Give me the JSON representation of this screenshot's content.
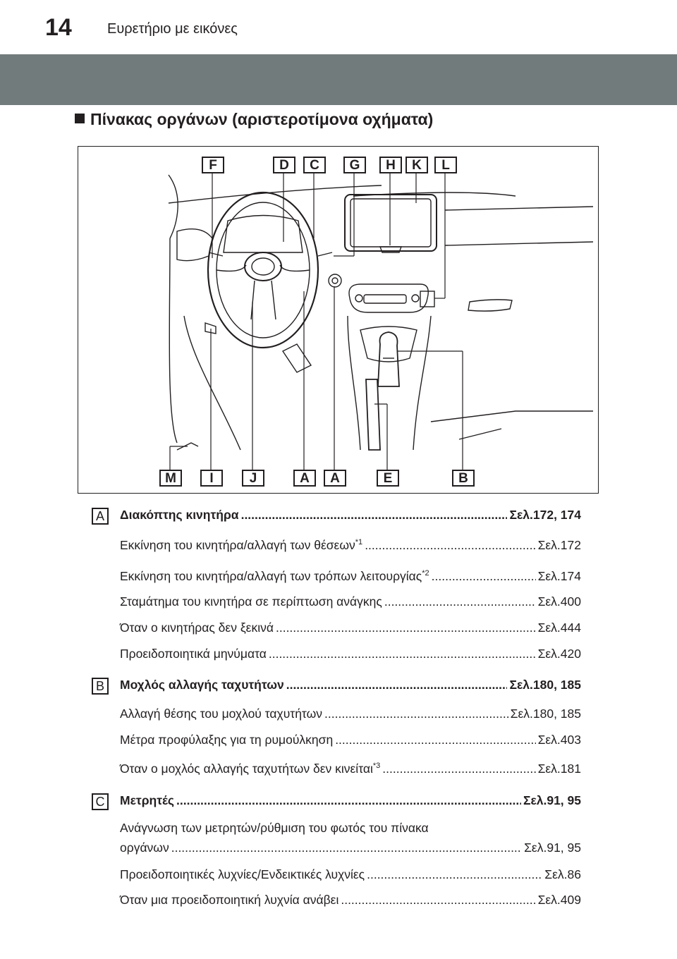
{
  "header": {
    "page_number": "14",
    "title": "Ευρετήριο με εικόνες"
  },
  "section_title": "Πίνακας οργάνων (αριστεροτίμονα οχήματα)",
  "figure": {
    "top_tags": [
      "F",
      "D",
      "C",
      "G",
      "H",
      "K",
      "L"
    ],
    "bottom_tags": [
      "M",
      "I",
      "J",
      "A",
      "A",
      "E",
      "B"
    ]
  },
  "entries": [
    {
      "letter": "A",
      "title": "Διακόπτης κινητήρα",
      "page": "Σελ.172, 174",
      "items": [
        {
          "text": "Εκκίνηση του κινητήρα/αλλαγή των θέσεων",
          "sup": "*1",
          "page": "Σελ.172"
        },
        {
          "text": "Εκκίνηση του κινητήρα/αλλαγή των τρόπων λειτουργίας",
          "sup": "*2",
          "page": "Σελ.174"
        },
        {
          "text": "Σταμάτημα του κινητήρα σε περίπτωση ανάγκης",
          "page": "Σελ.400"
        },
        {
          "text": "Όταν ο κινητήρας δεν ξεκινά",
          "page": "Σελ.444"
        },
        {
          "text": "Προειδοποιητικά μηνύματα",
          "page": "Σελ.420"
        }
      ]
    },
    {
      "letter": "B",
      "title": "Μοχλός αλλαγής ταχυτήτων",
      "page": "Σελ.180, 185",
      "items": [
        {
          "text": "Αλλαγή θέσης του μοχλού ταχυτήτων",
          "page": "Σελ.180, 185"
        },
        {
          "text": "Μέτρα προφύλαξης για τη ρυμούλκηση",
          "page": "Σελ.403"
        },
        {
          "text": "Όταν ο μοχλός αλλαγής ταχυτήτων δεν κινείται",
          "sup": "*3",
          "page": "Σελ.181"
        }
      ]
    },
    {
      "letter": "C",
      "title": "Μετρητές",
      "page": "Σελ.91, 95",
      "items": [
        {
          "text_line1": "Ανάγνωση των μετρητών/ρύθμιση του φωτός του πίνακα",
          "text": "οργάνων",
          "page": "Σελ.91, 95"
        },
        {
          "text": "Προειδοποιητικές λυχνίες/Ενδεικτικές λυχνίες",
          "page": "Σελ.86"
        },
        {
          "text": "Όταν μια προειδοποιητική λυχνία ανάβει",
          "page": "Σελ.409"
        }
      ]
    }
  ]
}
